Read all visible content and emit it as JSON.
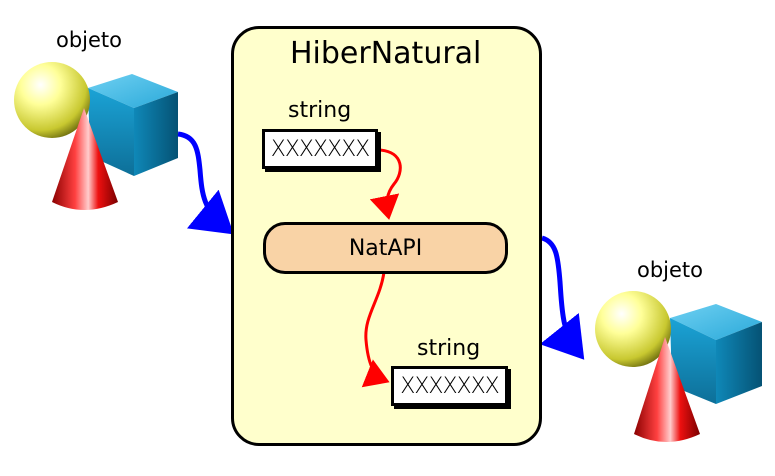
{
  "panel": {
    "title": "HiberNatural",
    "fill": "#ffffcc"
  },
  "input_object": {
    "label": "objeto"
  },
  "output_object": {
    "label": "objeto"
  },
  "input_string": {
    "label": "string",
    "value": "XXXXXXX"
  },
  "output_string": {
    "label": "string",
    "value": "XXXXXXX"
  },
  "api_box": {
    "label": "NatAPI",
    "fill": "#f9d3a6"
  },
  "colors": {
    "flow_arrow": "#0000ff",
    "inner_arrow": "#ff0000",
    "sphere": "#ffff88",
    "cube": "#1aa7d8",
    "cone": "#dd0000"
  }
}
